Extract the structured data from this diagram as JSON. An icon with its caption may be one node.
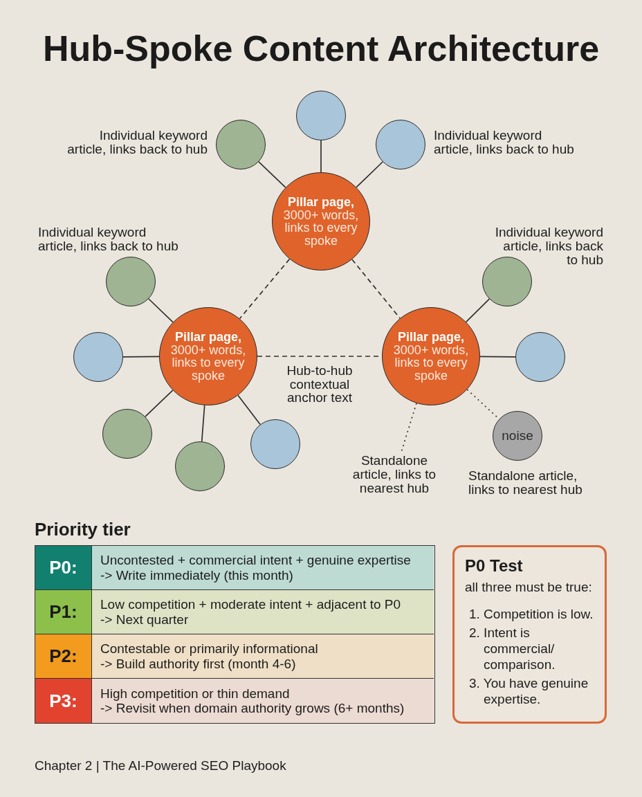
{
  "diagram": {
    "title": "Hub-Spoke Content Architecture",
    "caption": "Chapter 2 | The AI-Powered SEO Playbook",
    "nodes": [
      {
        "text": [],
        "shape": "circle"
      },
      {
        "text": [],
        "shape": "circle",
        "beside": [
          "Individual keyword article, links back to hub"
        ]
      },
      {
        "text": [],
        "shape": "circle",
        "beside": [
          "Individual keyword article, links back to hub"
        ]
      },
      {
        "text": [
          "Pillar page,",
          "3000+ words, links to every spoke"
        ]
      },
      {
        "text": [],
        "shape": "circle",
        "beside": [
          "Individual keyword article, links back to hub"
        ]
      },
      {
        "text": [],
        "shape": "circle",
        "beside": [
          "Individual keyword article, links back to hub"
        ]
      },
      {
        "text": [],
        "shape": "circle"
      },
      {
        "text": [
          "Pillar page,",
          "3000+ words, links to every spoke"
        ]
      },
      {
        "text": [
          "Pillar page,",
          "3000+ words, links to every spoke"
        ]
      },
      {
        "text": [],
        "shape": "circle"
      },
      {
        "text": [],
        "shape": "circle"
      },
      {
        "text": [
          "noise"
        ],
        "beside": [
          "Standalone article, links to nearest hub"
        ]
      },
      {
        "text": [],
        "shape": "circle"
      },
      {
        "text": [],
        "shape": "circle"
      },
      {
        "text": [
          "Standalone article, links to nearest hub"
        ]
      },
      {
        "text": [
          "P0 Test",
          "all three must be true:",
          "1. Competition is low.",
          "2. Intent is commercial/ comparison.",
          "3. You have genuine expertise."
        ]
      }
    ],
    "edges": [
      {
        "from": 3,
        "to": 0,
        "arrow": "none"
      },
      {
        "from": 3,
        "to": 1,
        "arrow": "none"
      },
      {
        "from": 3,
        "to": 2,
        "arrow": "none"
      },
      {
        "from": 7,
        "to": 4,
        "arrow": "none"
      },
      {
        "from": 7,
        "to": 6,
        "arrow": "none"
      },
      {
        "from": 7,
        "to": 10,
        "arrow": "none"
      },
      {
        "from": 7,
        "to": 13,
        "arrow": "none"
      },
      {
        "from": 7,
        "to": 12,
        "arrow": "none"
      },
      {
        "from": 8,
        "to": 5,
        "arrow": "none"
      },
      {
        "from": 8,
        "to": 9,
        "arrow": "none"
      },
      {
        "from": 8,
        "to": 14,
        "arrow": "none",
        "style": "dashed"
      },
      {
        "from": 8,
        "to": 11,
        "arrow": "none",
        "style": "dashed"
      },
      {
        "from": 3,
        "to": 7,
        "arrow": "none",
        "style": "dashed"
      },
      {
        "from": 3,
        "to": 8,
        "arrow": "none",
        "style": "dashed"
      },
      {
        "from": 7,
        "to": 8,
        "arrow": "none",
        "style": "dashed",
        "label": "Hub-to-hub contextual anchor text"
      }
    ],
    "labels": [
      "Priority tier",
      "P0:",
      "Uncontested + commercial intent + genuine expertise",
      "-> Write immediately (this month)",
      "P1:",
      "Low competition + moderate intent + adjacent to P0",
      "-> Next quarter",
      "P2:",
      "Contestable or primarily informational",
      "-> Build authority first (month 4-6)",
      "P3:",
      "High competition or thin demand",
      "-> Revisit when domain authority grows (6+ months)"
    ]
  }
}
